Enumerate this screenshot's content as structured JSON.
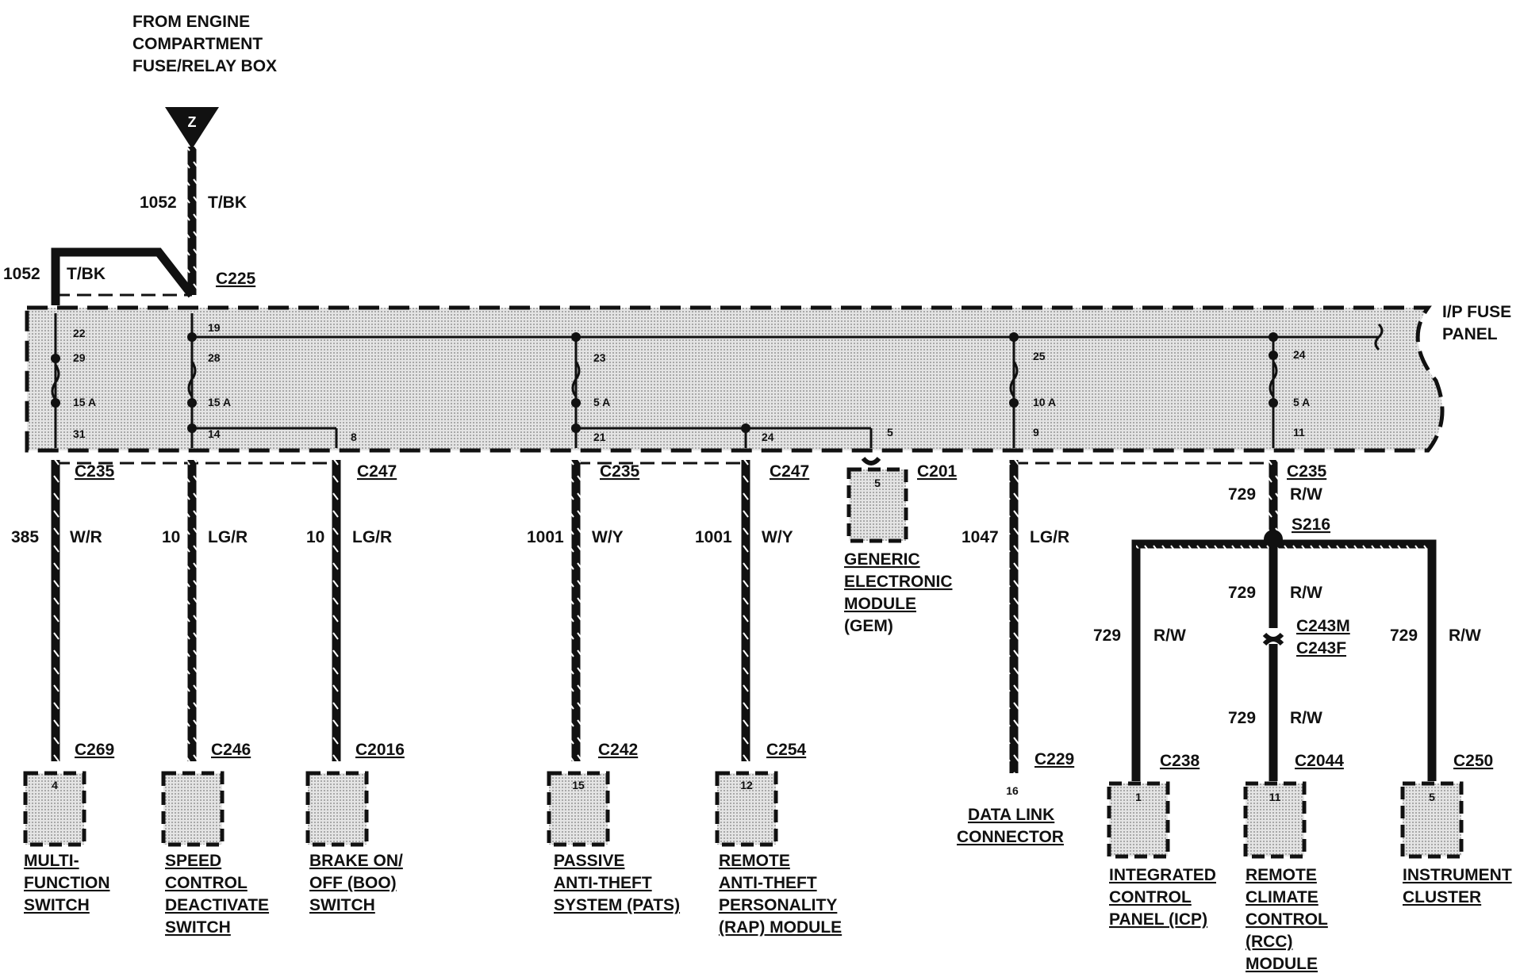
{
  "source": {
    "lines": [
      "FROM ENGINE",
      "COMPARTMENT",
      "FUSE/RELAY BOX"
    ],
    "terminal": "Z"
  },
  "top_wire": {
    "circuit": "1052",
    "color": "T/BK"
  },
  "loop_wire": {
    "circuit": "1052",
    "color": "T/BK"
  },
  "panel": {
    "connector": "C225",
    "lines": [
      "I/P FUSE",
      "PANEL"
    ]
  },
  "fuses": [
    {
      "id": "f29",
      "top_pin": "22",
      "fuse": "29",
      "amps": "15 A",
      "bottom_pin": "31"
    },
    {
      "id": "f28",
      "top_pin": "19",
      "fuse": "28",
      "amps": "15 A",
      "bottom_pin": "14"
    },
    {
      "id": "f23",
      "top_pin": "",
      "fuse": "23",
      "amps": "5 A",
      "bottom_pin": "21"
    },
    {
      "id": "f25",
      "top_pin": "",
      "fuse": "25",
      "amps": "10 A",
      "bottom_pin": "9"
    },
    {
      "id": "f24",
      "top_pin": "",
      "fuse": "24",
      "amps": "5 A",
      "bottom_pin": "11"
    }
  ],
  "extra_pins": {
    "p8": "8",
    "p24": "24",
    "p5": "5"
  },
  "branches": [
    {
      "id": "b1",
      "out_conn": "C235",
      "circuit": "385",
      "color": "W/R",
      "dev_conn": "C269",
      "pin": "4",
      "name": [
        "MULTI-",
        "FUNCTION",
        "SWITCH"
      ]
    },
    {
      "id": "b2",
      "out_conn": "",
      "circuit": "10",
      "color": "LG/R",
      "dev_conn": "C246",
      "pin": "",
      "name": [
        "SPEED",
        "CONTROL",
        "DEACTIVATE",
        "SWITCH"
      ]
    },
    {
      "id": "b3",
      "out_conn": "C247",
      "circuit": "10",
      "color": "LG/R",
      "dev_conn": "C2016",
      "pin": "",
      "name": [
        "BRAKE ON/",
        "OFF (BOO)",
        "SWITCH"
      ]
    },
    {
      "id": "b4",
      "out_conn": "C235",
      "circuit": "1001",
      "color": "W/Y",
      "dev_conn": "C242",
      "pin": "15",
      "name": [
        "PASSIVE",
        "ANTI-THEFT",
        "SYSTEM (PATS)"
      ]
    },
    {
      "id": "b5",
      "out_conn": "C247",
      "circuit": "1001",
      "color": "W/Y",
      "dev_conn": "C254",
      "pin": "12",
      "name": [
        "REMOTE",
        "ANTI-THEFT",
        "PERSONALITY",
        "(RAP) MODULE"
      ]
    },
    {
      "id": "b7",
      "out_conn": "",
      "circuit": "1047",
      "color": "LG/R",
      "dev_conn": "C229",
      "pin": "16",
      "name": [
        "DATA LINK",
        "CONNECTOR"
      ]
    }
  ],
  "gem": {
    "conn": "C201",
    "pin": "5",
    "name": [
      "GENERIC",
      "ELECTRONIC",
      "MODULE",
      "(GEM)"
    ]
  },
  "right": {
    "out_conn": "C235",
    "circuit": "729",
    "color": "R/W",
    "splice": "S216",
    "mid_circuit": "729",
    "mid_color": "R/W",
    "inline_m": "C243M",
    "inline_f": "C243F",
    "low_circuit": "729",
    "low_color": "R/W",
    "left_circuit": "729",
    "left_color": "R/W",
    "right_circuit": "729",
    "right_color": "R/W",
    "icp": {
      "conn": "C238",
      "pin": "1",
      "name": [
        "INTEGRATED",
        "CONTROL",
        "PANEL (ICP)"
      ]
    },
    "rcc": {
      "conn": "C2044",
      "pin": "11",
      "name": [
        "REMOTE",
        "CLIMATE",
        "CONTROL",
        "(RCC)",
        "MODULE"
      ]
    },
    "ic": {
      "conn": "C250",
      "pin": "5",
      "name": [
        "INSTRUMENT",
        "CLUSTER"
      ]
    }
  }
}
